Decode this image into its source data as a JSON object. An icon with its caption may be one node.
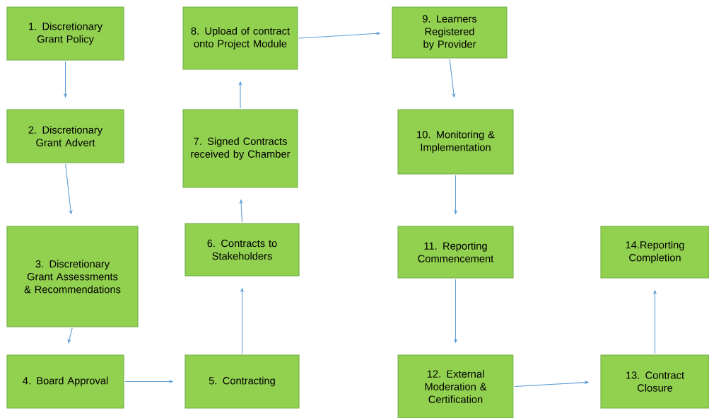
{
  "diagram": {
    "nodes": [
      {
        "text": [
          "1. Discretionary Grant Policy"
        ]
      },
      {
        "text": [
          "2. Discretionary Grant Advert"
        ]
      },
      {
        "text": [
          "3. Discretionary Grant Assessments & Recommendations"
        ]
      },
      {
        "text": [
          "4. Board Approval"
        ]
      },
      {
        "text": [
          "5. Contracting"
        ]
      },
      {
        "text": [
          "6. Contracts to Stakeholders"
        ]
      },
      {
        "text": [
          "7. Signed Contracts received by Chamber"
        ]
      },
      {
        "text": [
          "8. Upload of contract onto Project Module"
        ]
      },
      {
        "text": [
          "9. Learners Registered by Provider"
        ]
      },
      {
        "text": [
          "10. Monitoring & Implementation"
        ]
      },
      {
        "text": [
          "11. Reporting Commencement"
        ]
      },
      {
        "text": [
          "12. External Moderation & Certification"
        ]
      },
      {
        "text": [
          "13. Contract Closure"
        ]
      },
      {
        "text": [
          "14.Reporting Completion"
        ]
      }
    ],
    "edges": [
      {
        "from": 0,
        "to": 1,
        "arrow": "to"
      },
      {
        "from": 1,
        "to": 2,
        "arrow": "to"
      },
      {
        "from": 2,
        "to": 3,
        "arrow": "to"
      },
      {
        "from": 3,
        "to": 4,
        "arrow": "to"
      },
      {
        "from": 4,
        "to": 5,
        "arrow": "to"
      },
      {
        "from": 5,
        "to": 6,
        "arrow": "to"
      },
      {
        "from": 6,
        "to": 7,
        "arrow": "to"
      },
      {
        "from": 7,
        "to": 8,
        "arrow": "to"
      },
      {
        "from": 8,
        "to": 9,
        "arrow": "to"
      },
      {
        "from": 9,
        "to": 10,
        "arrow": "to"
      },
      {
        "from": 10,
        "to": 11,
        "arrow": "to"
      },
      {
        "from": 11,
        "to": 12,
        "arrow": "to"
      },
      {
        "from": 12,
        "to": 13,
        "arrow": "to"
      }
    ]
  }
}
